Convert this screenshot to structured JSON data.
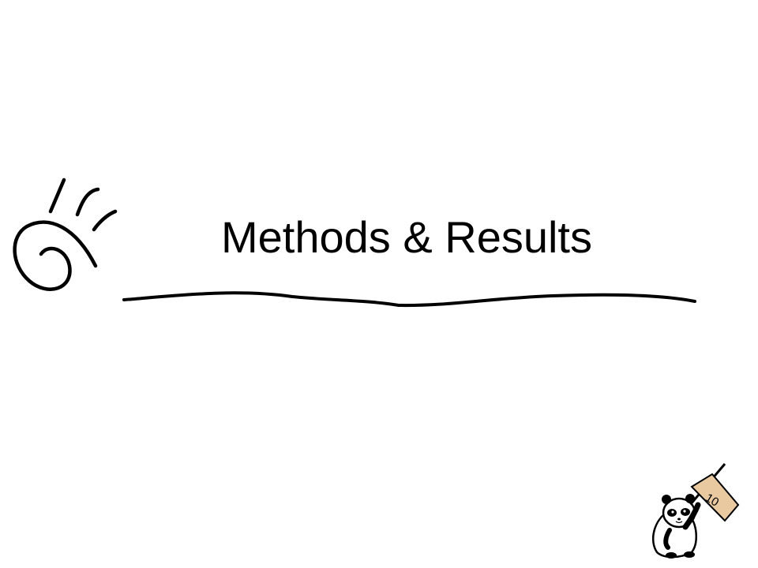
{
  "slide": {
    "title": "Methods & Results",
    "page_number": "10"
  },
  "colors": {
    "background": "#ffffff",
    "text": "#000000",
    "sign": "#e8c9a0"
  },
  "icons": {
    "corner_doodle": "spiral-sparkle-doodle",
    "underline": "hand-drawn-underline",
    "mascot": "panda-holding-sign"
  }
}
